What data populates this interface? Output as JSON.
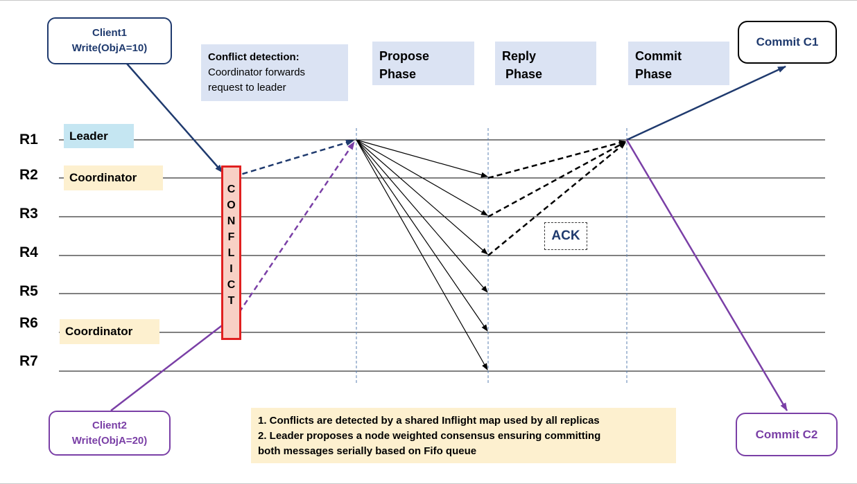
{
  "replicas": [
    "R1",
    "R2",
    "R3",
    "R4",
    "R5",
    "R6",
    "R7"
  ],
  "roles": {
    "leader": "Leader",
    "coordinator_top": "Coordinator",
    "coordinator_bottom": "Coordinator"
  },
  "clients": {
    "client1": {
      "name": "Client1",
      "op": "Write(ObjA=10)"
    },
    "client2": {
      "name": "Client2",
      "op": "Write(ObjA=20)"
    }
  },
  "conflict_detection": {
    "title": "Conflict detection:",
    "line1": "Coordinator forwards",
    "line2": "request to leader"
  },
  "phases": {
    "propose": {
      "line1": "Propose",
      "line2": "Phase"
    },
    "reply": {
      "line1": "Reply",
      "line2": "Phase"
    },
    "commit": {
      "line1": "Commit",
      "line2": "Phase"
    }
  },
  "conflict_letters": [
    "C",
    "O",
    "N",
    "F",
    "L",
    "I",
    "C",
    "T"
  ],
  "ack": "ACK",
  "commits": {
    "c1": "Commit C1",
    "c2": "Commit C2"
  },
  "notes": [
    "1. Conflicts are detected by a shared Inflight map used by all replicas",
    "2. Leader proposes a node weighted consensus ensuring committing",
    "both messages serially based on Fifo queue"
  ],
  "colors": {
    "navy": "#1f3a6e",
    "purple": "#7a3fa6",
    "conflict_border": "#e02020",
    "conflict_fill": "#f8d0c5",
    "leader_fill": "#c5e6f2",
    "coordinator_fill": "#fdf0cf",
    "phase_fill": "#dbe3f3"
  }
}
